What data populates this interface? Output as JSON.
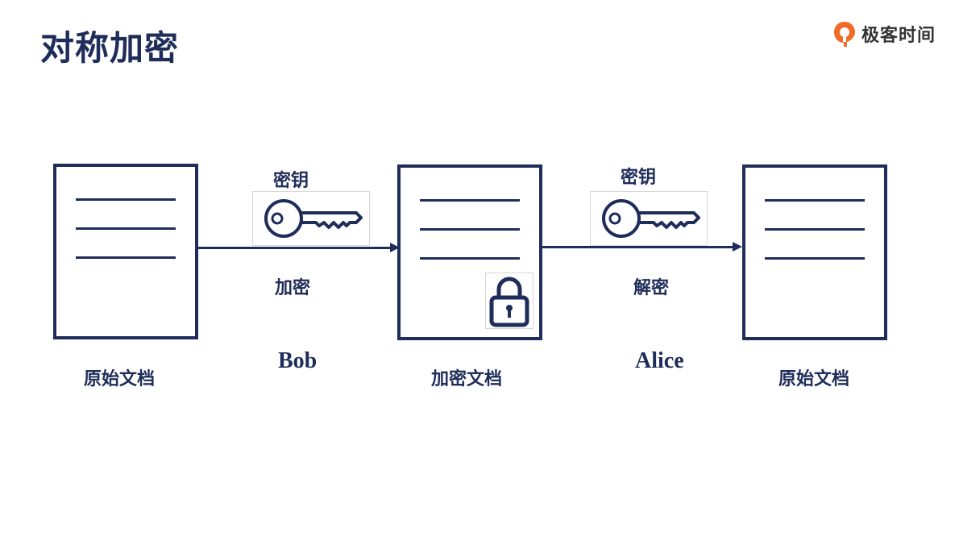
{
  "title": "对称加密",
  "logo": {
    "text": "极客时间",
    "color": "#f06a28"
  },
  "colors": {
    "primary": "#1f2d5a"
  },
  "flow": {
    "doc_original_left": "原始文档",
    "doc_encrypted": "加密文档",
    "doc_original_right": "原始文档",
    "step1": {
      "key_label": "密钥",
      "action": "加密",
      "actor": "Bob"
    },
    "step2": {
      "key_label": "密钥",
      "action": "解密",
      "actor": "Alice"
    }
  }
}
